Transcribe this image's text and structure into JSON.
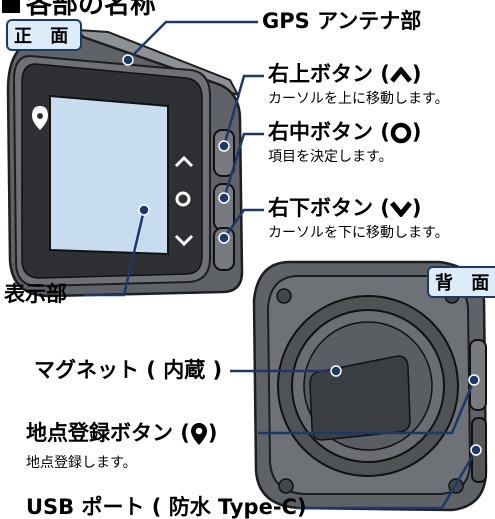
{
  "heading": "各部の名称",
  "view_tags": {
    "front": "正 面",
    "back": "背 面"
  },
  "callouts": {
    "gps": {
      "label": "GPS アンテナ部"
    },
    "right_up": {
      "label_prefix": "右上ボタン (",
      "label_suffix": ")",
      "description": "カーソルを上に移動します。",
      "icon": "caret-up-icon"
    },
    "right_mid": {
      "label_prefix": "右中ボタン (",
      "label_suffix": ")",
      "description": "項目を決定します。",
      "icon": "circle-icon"
    },
    "right_down": {
      "label_prefix": "右下ボタン (",
      "label_suffix": ")",
      "description": "カーソルを下に移動します。",
      "icon": "caret-down-icon"
    },
    "display": {
      "label": "表示部"
    },
    "magnet": {
      "label": "マグネット ( 内蔵 )"
    },
    "waypoint": {
      "label_prefix": "地点登録ボタン (",
      "label_suffix": ")",
      "description": "地点登録します。",
      "icon": "map-pin-icon"
    },
    "usb": {
      "label": "USB ポート ( 防水 Type-C)"
    }
  },
  "colors": {
    "accent": "#1b3a6b",
    "device_body": "#6c6f73",
    "screen": "#c8dcef",
    "tag_fill": "#dcecf8"
  }
}
